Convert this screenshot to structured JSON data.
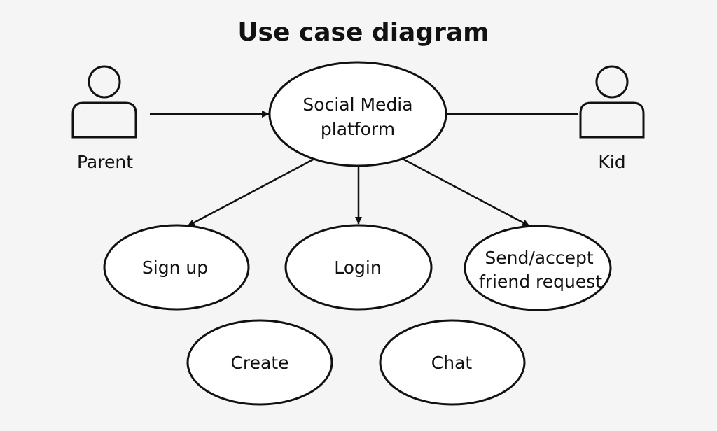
{
  "title": "Use case diagram",
  "actors": {
    "parent": {
      "label": "Parent"
    },
    "kid": {
      "label": "Kid"
    }
  },
  "use_cases": {
    "platform": {
      "line1": "Social Media",
      "line2": "platform"
    },
    "signup": {
      "label": "Sign up"
    },
    "login": {
      "label": "Login"
    },
    "friend": {
      "line1": "Send/accept",
      "line2": "friend request"
    },
    "create": {
      "label": "Create"
    },
    "chat": {
      "label": "Chat"
    }
  },
  "edges": [
    {
      "from": "parent",
      "to": "platform",
      "arrow": true
    },
    {
      "from": "platform",
      "to": "kid",
      "arrow": false
    },
    {
      "from": "platform",
      "to": "signup",
      "arrow": true
    },
    {
      "from": "platform",
      "to": "login",
      "arrow": true
    },
    {
      "from": "platform",
      "to": "friend",
      "arrow": true
    }
  ],
  "colors": {
    "stroke": "#111111",
    "fill": "#ffffff",
    "background": "#f5f5f5"
  }
}
